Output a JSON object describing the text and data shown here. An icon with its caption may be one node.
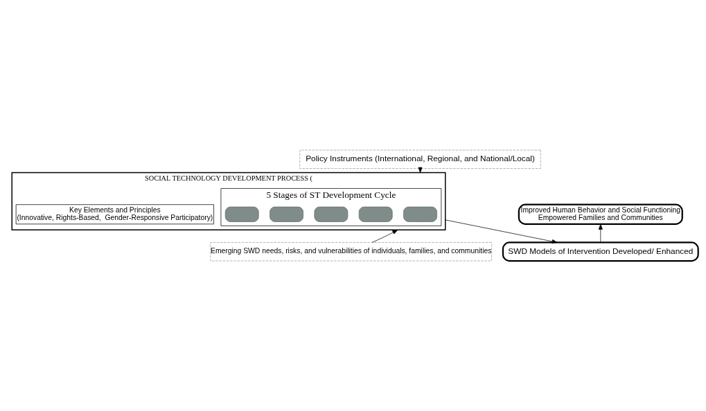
{
  "diagram": {
    "nodes": [
      {
        "text": [
          "Policy Instruments (International, Regional, and National/Local)"
        ]
      },
      {
        "text": [
          "SOCIAL TECHNOLOGY DEVELOPMENT PROCESS ("
        ]
      },
      {
        "text": [
          "5 Stages of ST Development Cycle"
        ],
        "in": 1
      },
      {
        "text": [],
        "shape": "box",
        "in": 2
      },
      {
        "text": [],
        "shape": "box",
        "in": 2
      },
      {
        "text": [],
        "shape": "box",
        "in": 2
      },
      {
        "text": [],
        "shape": "box",
        "in": 2
      },
      {
        "text": [],
        "shape": "box",
        "in": 2
      },
      {
        "text": [
          "Key Elements and Principles",
          "(Innovative, Rights-Based,  Gender-Responsive Participatory)"
        ],
        "in": 1
      },
      {
        "text": [
          "Emerging SWD needs, risks, and vulnerabilities of individuals, families, and communities"
        ]
      },
      {
        "text": [
          "SWD Models of Intervention Developed/ Enhanced"
        ]
      },
      {
        "text": [
          "Improved Human Behavior and Social Functioning",
          "Empowered Families and Communities"
        ]
      }
    ],
    "edges": [
      {
        "from": 0,
        "to": 1,
        "arrow": "to"
      },
      {
        "from": 9,
        "to": 1,
        "arrow": "to"
      },
      {
        "from": 1,
        "to": 10,
        "arrow": "to"
      },
      {
        "from": 10,
        "to": 11,
        "arrow": "to"
      }
    ]
  }
}
